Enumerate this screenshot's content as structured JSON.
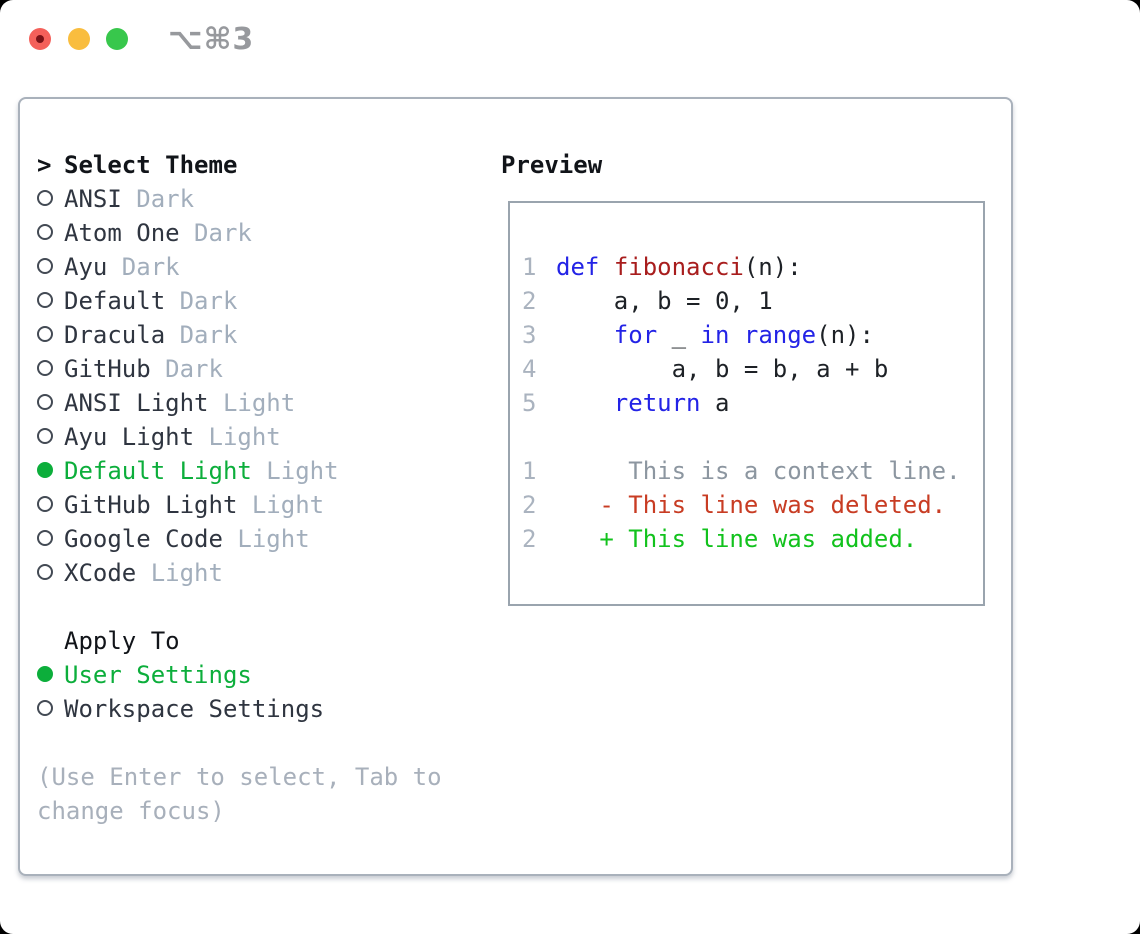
{
  "titlebar": {
    "shortcut": "⌥⌘3"
  },
  "theme_picker": {
    "title": "Select Theme",
    "items": [
      {
        "name": "ANSI",
        "tag": "Dark",
        "selected": false
      },
      {
        "name": "Atom One",
        "tag": "Dark",
        "selected": false
      },
      {
        "name": "Ayu",
        "tag": "Dark",
        "selected": false
      },
      {
        "name": "Default",
        "tag": "Dark",
        "selected": false
      },
      {
        "name": "Dracula",
        "tag": "Dark",
        "selected": false
      },
      {
        "name": "GitHub",
        "tag": "Dark",
        "selected": false
      },
      {
        "name": "ANSI Light",
        "tag": "Light",
        "selected": false
      },
      {
        "name": "Ayu Light",
        "tag": "Light",
        "selected": false
      },
      {
        "name": "Default Light",
        "tag": "Light",
        "selected": true
      },
      {
        "name": "GitHub Light",
        "tag": "Light",
        "selected": false
      },
      {
        "name": "Google Code",
        "tag": "Light",
        "selected": false
      },
      {
        "name": "XCode",
        "tag": "Light",
        "selected": false
      }
    ],
    "apply_to": {
      "title": "Apply To",
      "options": [
        {
          "label": "User Settings",
          "selected": true
        },
        {
          "label": "Workspace Settings",
          "selected": false
        }
      ]
    },
    "hint_lines": [
      "(Use Enter to select, Tab to",
      "change focus)"
    ]
  },
  "preview": {
    "title": "Preview",
    "lines": [
      {
        "num": "1",
        "segments": [
          [
            "def",
            "kw"
          ],
          [
            " ",
            "pl"
          ],
          [
            "fibonacci",
            "fn"
          ],
          [
            "(n):",
            "pl"
          ]
        ]
      },
      {
        "num": "2",
        "segments": [
          [
            "    a, b = 0, 1",
            "pl"
          ]
        ]
      },
      {
        "num": "3",
        "segments": [
          [
            "    ",
            "pl"
          ],
          [
            "for",
            "kw"
          ],
          [
            " _ ",
            "pl"
          ],
          [
            "in",
            "kw"
          ],
          [
            " ",
            "pl"
          ],
          [
            "range",
            "kw"
          ],
          [
            "(n):",
            "pl"
          ]
        ]
      },
      {
        "num": "4",
        "segments": [
          [
            "        a, b = b, a + b",
            "pl"
          ]
        ]
      },
      {
        "num": "5",
        "segments": [
          [
            "    ",
            "pl"
          ],
          [
            "return",
            "kw"
          ],
          [
            " a",
            "pl"
          ]
        ]
      },
      {
        "blank": true
      },
      {
        "num": "1",
        "segments": [
          [
            "     This is a context line.",
            "ctx"
          ]
        ]
      },
      {
        "num": "2",
        "segments": [
          [
            "   - This line was deleted.",
            "del"
          ]
        ]
      },
      {
        "num": "2",
        "segments": [
          [
            "   + This line was added.",
            "add"
          ]
        ]
      }
    ]
  },
  "colors": {
    "ui_green": "#0cae3b",
    "add_green": "#12c21d",
    "del_red": "#c83c23",
    "keyword_blue": "#2323e6",
    "function_red": "#a81d1d",
    "code_text": "#1d2126",
    "heading_black": "#111419",
    "list_text": "#2f3540",
    "tag_gray": "#a2aebc",
    "line_number_gray": "#aab3bf",
    "context_gray": "#8c96a0",
    "hint_gray": "#a8b0bb",
    "circle_outline": "#434a54",
    "border_gray": "#a9b1bb",
    "preview_border": "#9aa4ae",
    "titlebar_gray": "#97999d",
    "traffic_red": "#f4605a",
    "traffic_red_dot": "#7a1217",
    "traffic_yellow": "#f9bd3e",
    "traffic_green": "#38c74c"
  }
}
